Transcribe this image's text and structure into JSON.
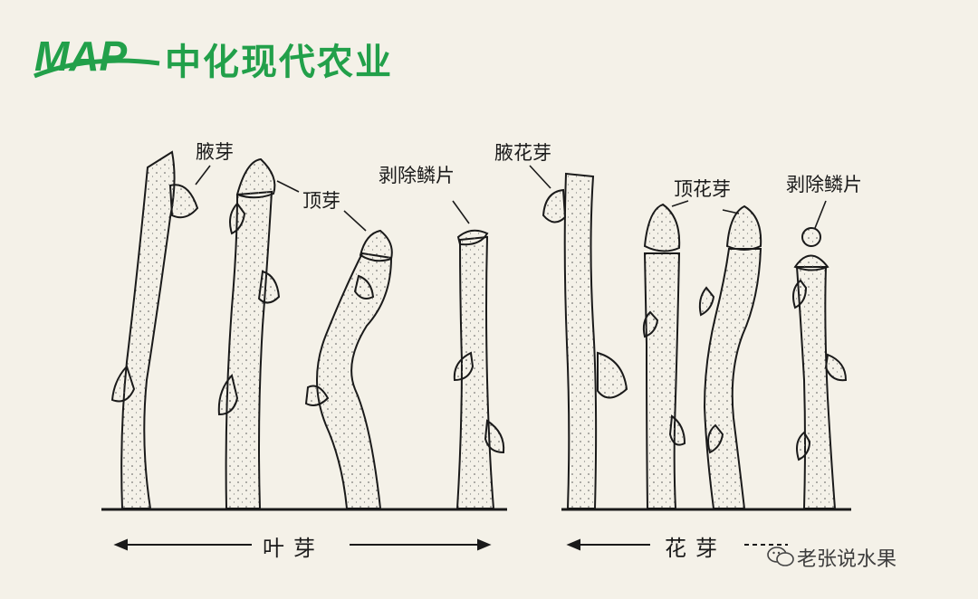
{
  "logo": {
    "mark": "MAP",
    "company": "中化现代农业"
  },
  "labels": {
    "axillary_bud": "腋芽",
    "terminal_bud": "顶芽",
    "scales_removed_left": "剥除鳞片",
    "axillary_flower_bud": "腋花芽",
    "terminal_flower_bud": "顶花芽",
    "scales_removed_right": "剥除鳞片"
  },
  "groups": {
    "leaf_bud": "叶芽",
    "flower_bud": "花芽"
  },
  "watermark": {
    "text": "老张说水果",
    "icon": "wechat-icon"
  },
  "colors": {
    "brand_green": "#22a04a",
    "paper": "#f4f1e8",
    "ink": "#1a1a1a"
  }
}
